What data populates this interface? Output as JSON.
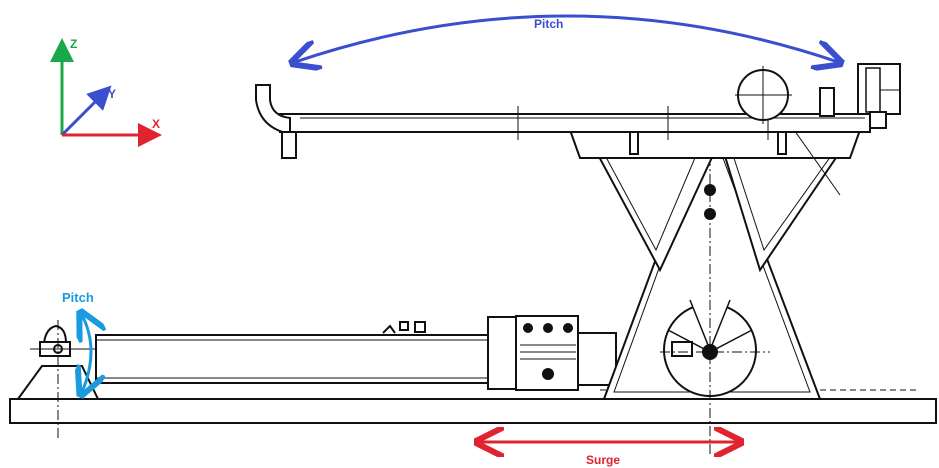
{
  "axes": {
    "z_label": "Z",
    "y_label": "Y",
    "x_label": "X",
    "z_color": "#1aa84a",
    "y_color": "#3a4fcf",
    "x_color": "#e0232e"
  },
  "motions": {
    "top_pitch_label": "Pitch",
    "top_pitch_color": "#3a4fcf",
    "left_pitch_label": "Pitch",
    "left_pitch_color": "#1a9be0",
    "surge_label": "Surge",
    "surge_color": "#e0232e"
  }
}
